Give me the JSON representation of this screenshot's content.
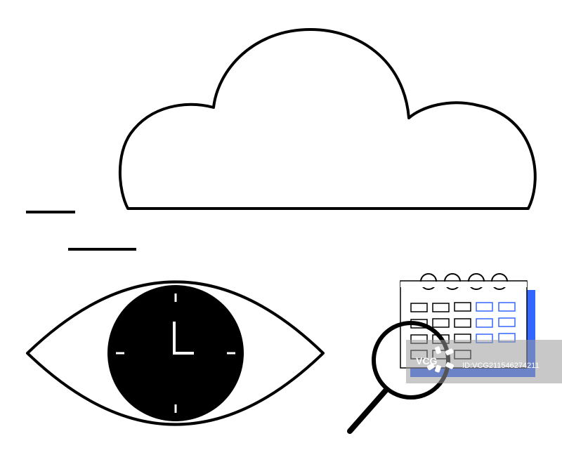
{
  "illustration": {
    "elements": [
      "cloud-icon",
      "motion-lines",
      "eye-icon",
      "clock-icon",
      "calendar-icon",
      "magnifier-icon"
    ],
    "colors": {
      "stroke": "#000000",
      "background": "#ffffff",
      "accent": "#3366ff"
    }
  },
  "watermark": {
    "brand": "VCG",
    "id_text": "ID:VCG211546274211"
  }
}
